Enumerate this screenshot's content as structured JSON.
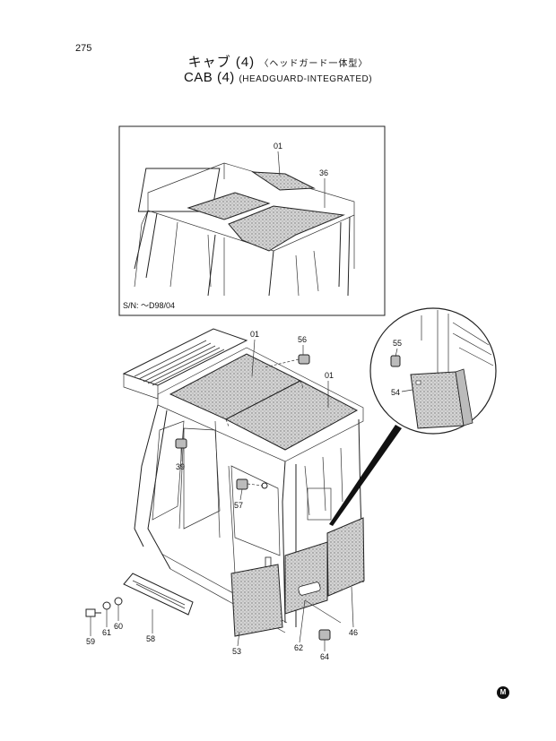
{
  "page_number": "275",
  "title": {
    "jp_main": "キャブ (4)",
    "jp_sub": "〈ヘッドガード一体型〉",
    "en_main": "CAB (4)",
    "en_sub": "(HEADGUARD-INTEGRATED)"
  },
  "inset_top": {
    "serial_note": "S/N: ～D98/04",
    "callouts": [
      "01",
      "36"
    ]
  },
  "main": {
    "callouts": [
      "01",
      "56",
      "01",
      "55",
      "54",
      "39",
      "57",
      "58",
      "59",
      "61",
      "60",
      "53",
      "62",
      "64",
      "46"
    ]
  },
  "mark": "M"
}
